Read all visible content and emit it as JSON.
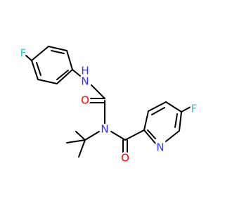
{
  "molecule": {
    "atoms": {
      "fluorine_top": {
        "label": "F",
        "color": "#33cccc"
      },
      "amide_nh": {
        "label": "N",
        "color": "#3333ff"
      },
      "amide_h": {
        "label": "H",
        "color": "#3333ff"
      },
      "oxygen_top": {
        "label": "O",
        "color": "#ff0000"
      },
      "fluorine_right": {
        "label": "F",
        "color": "#33cccc"
      },
      "amine_n": {
        "label": "N",
        "color": "#3333ff"
      },
      "pyridine_n": {
        "label": "N",
        "color": "#3333ff"
      },
      "oxygen_bottom": {
        "label": "O",
        "color": "#ff0000"
      }
    },
    "bond_color": "#000000"
  }
}
